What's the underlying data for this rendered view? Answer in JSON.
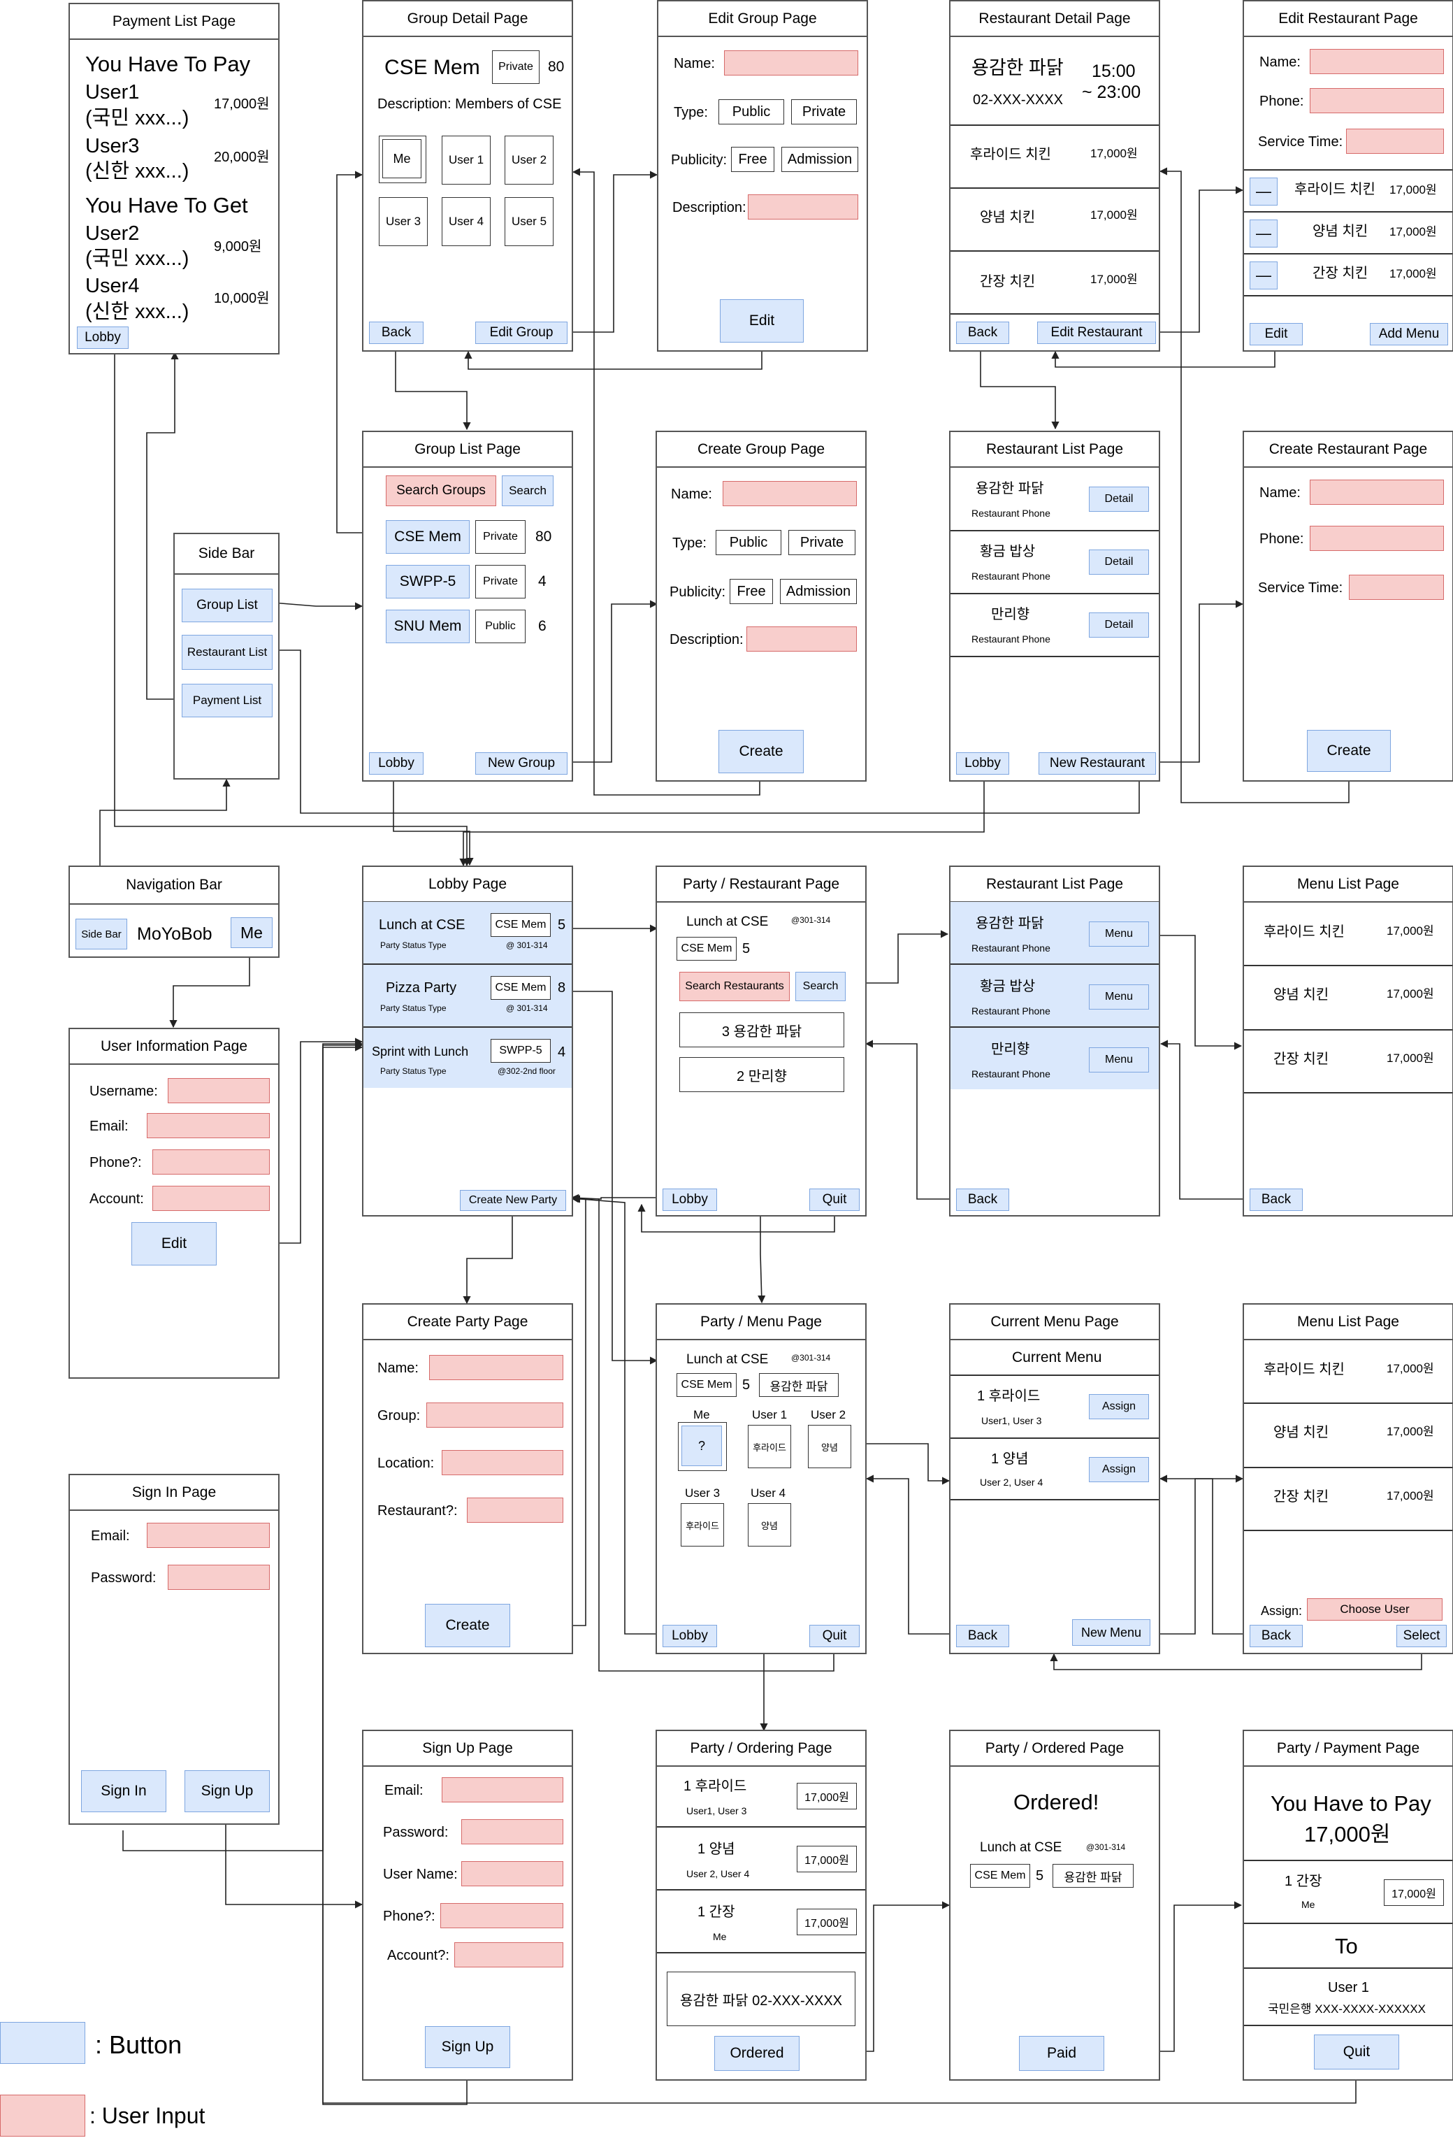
{
  "legend": {
    "button": ": Button",
    "input": ": User Input"
  },
  "payment_list": {
    "title": "Payment List Page",
    "pay_heading": "You Have To Pay",
    "get_heading": "You Have To Get",
    "pay_items": [
      {
        "user": "User1",
        "bank": "(국민 xxx...)",
        "amount": "17,000원"
      },
      {
        "user": "User3",
        "bank": "(신한 xxx...)",
        "amount": "20,000원"
      }
    ],
    "get_items": [
      {
        "user": "User2",
        "bank": "(국민 xxx...)",
        "amount": "9,000원"
      },
      {
        "user": "User4",
        "bank": "(신한 xxx...)",
        "amount": "10,000원"
      }
    ],
    "lobby": "Lobby"
  },
  "group_detail": {
    "title": "Group Detail Page",
    "name": "CSE Mem",
    "type": "Private",
    "count": "80",
    "description": "Description: Members of CSE",
    "members": [
      "Me",
      "User 1",
      "User 2",
      "User 3",
      "User 4",
      "User 5"
    ],
    "back": "Back",
    "edit": "Edit Group"
  },
  "edit_group": {
    "title": "Edit Group Page",
    "name_label": "Name:",
    "type_label": "Type:",
    "type_options": [
      "Public",
      "Private"
    ],
    "publicity_label": "Publicity:",
    "publicity_options": [
      "Free",
      "Admission"
    ],
    "description_label": "Description:",
    "edit": "Edit"
  },
  "restaurant_detail": {
    "title": "Restaurant Detail Page",
    "name": "용감한 파닭",
    "phone": "02-XXX-XXXX",
    "hours_open": "15:00",
    "hours_close": "~ 23:00",
    "menu": [
      {
        "name": "후라이드 치킨",
        "price": "17,000원"
      },
      {
        "name": "양념 치킨",
        "price": "17,000원"
      },
      {
        "name": "간장 치킨",
        "price": "17,000원"
      }
    ],
    "back": "Back",
    "edit": "Edit Restaurant"
  },
  "edit_restaurant": {
    "title": "Edit Restaurant Page",
    "name_label": "Name:",
    "phone_label": "Phone:",
    "service_label": "Service Time:",
    "remove": "—",
    "menu": [
      {
        "name": "후라이드 치킨",
        "price": "17,000원"
      },
      {
        "name": "양념 치킨",
        "price": "17,000원"
      },
      {
        "name": "간장 치킨",
        "price": "17,000원"
      }
    ],
    "edit": "Edit",
    "add": "Add Menu"
  },
  "side_bar": {
    "title": "Side Bar",
    "items": [
      "Group List",
      "Restaurant List",
      "Payment List"
    ]
  },
  "group_list": {
    "title": "Group List Page",
    "search_placeholder": "Search Groups",
    "search": "Search",
    "groups": [
      {
        "name": "CSE Mem",
        "type": "Private",
        "count": "80"
      },
      {
        "name": "SWPP-5",
        "type": "Private",
        "count": "4"
      },
      {
        "name": "SNU Mem",
        "type": "Public",
        "count": "6"
      }
    ],
    "lobby": "Lobby",
    "new": "New Group"
  },
  "create_group": {
    "title": "Create Group Page",
    "name_label": "Name:",
    "type_label": "Type:",
    "type_options": [
      "Public",
      "Private"
    ],
    "publicity_label": "Publicity:",
    "publicity_options": [
      "Free",
      "Admission"
    ],
    "description_label": "Description:",
    "create": "Create"
  },
  "restaurant_list": {
    "title": "Restaurant List Page",
    "phone_label": "Restaurant Phone",
    "detail": "Detail",
    "restaurants": [
      "용감한 파닭",
      "황금 밥상",
      "만리향"
    ],
    "lobby": "Lobby",
    "new": "New Restaurant"
  },
  "create_restaurant": {
    "title": "Create Restaurant Page",
    "name_label": "Name:",
    "phone_label": "Phone:",
    "service_label": "Service Time:",
    "create": "Create"
  },
  "nav_bar": {
    "title": "Navigation Bar",
    "sidebar": "Side Bar",
    "brand": "MoYoBob",
    "me": "Me"
  },
  "lobby": {
    "title": "Lobby Page",
    "parties": [
      {
        "name": "Lunch at CSE",
        "group": "CSE Mem",
        "count": "5",
        "status": "Party Status Type",
        "location": "@ 301-314"
      },
      {
        "name": "Pizza Party",
        "group": "CSE Mem",
        "count": "8",
        "status": "Party Status Type",
        "location": "@ 301-314"
      },
      {
        "name": "Sprint with Lunch",
        "group": "SWPP-5",
        "count": "4",
        "status": "Party Status Type",
        "location": "@302-2nd floor"
      }
    ],
    "create": "Create New Party"
  },
  "party_restaurant": {
    "title": "Party / Restaurant Page",
    "party": "Lunch at CSE",
    "location": "@301-314",
    "group": "CSE Mem",
    "count": "5",
    "search_placeholder": "Search Restaurants",
    "search": "Search",
    "votes": [
      "3  용감한 파닭",
      "2  만리향"
    ],
    "lobby": "Lobby",
    "quit": "Quit"
  },
  "restaurant_list2": {
    "title": "Restaurant List Page",
    "phone_label": "Restaurant Phone",
    "menu": "Menu",
    "restaurants": [
      "용감한 파닭",
      "황금 밥상",
      "만리향"
    ],
    "back": "Back"
  },
  "menu_list": {
    "title": "Menu List Page",
    "menu": [
      {
        "name": "후라이드 치킨",
        "price": "17,000원"
      },
      {
        "name": "양념 치킨",
        "price": "17,000원"
      },
      {
        "name": "간장 치킨",
        "price": "17,000원"
      }
    ],
    "back": "Back"
  },
  "user_info": {
    "title": "User Information Page",
    "username_label": "Username:",
    "email_label": "Email:",
    "phone_label": "Phone?:",
    "account_label": "Account:",
    "edit": "Edit"
  },
  "create_party": {
    "title": "Create Party Page",
    "name_label": "Name:",
    "group_label": "Group:",
    "location_label": "Location:",
    "restaurant_label": "Restaurant?:",
    "create": "Create"
  },
  "party_menu": {
    "title": "Party / Menu Page",
    "party": "Lunch at CSE",
    "location": "@301-314",
    "group": "CSE Mem",
    "count": "5",
    "restaurant": "용감한 파닭",
    "members": [
      {
        "name": "Me",
        "choice": "?"
      },
      {
        "name": "User 1",
        "choice": "후라이드"
      },
      {
        "name": "User 2",
        "choice": "양념"
      },
      {
        "name": "User 3",
        "choice": "후라이드"
      },
      {
        "name": "User 4",
        "choice": "양념"
      }
    ],
    "lobby": "Lobby",
    "quit": "Quit"
  },
  "current_menu": {
    "title": "Current Menu Page",
    "heading": "Current Menu",
    "items": [
      {
        "name": "1 후라이드",
        "users": "User1, User 3"
      },
      {
        "name": "1 양념",
        "users": "User 2, User 4"
      }
    ],
    "assign": "Assign",
    "back": "Back",
    "new": "New Menu"
  },
  "menu_list2": {
    "title": "Menu List Page",
    "menu": [
      {
        "name": "후라이드 치킨",
        "price": "17,000원"
      },
      {
        "name": "양념 치킨",
        "price": "17,000원"
      },
      {
        "name": "간장 치킨",
        "price": "17,000원"
      }
    ],
    "assign_label": "Assign:",
    "choose_user": "Choose User",
    "back": "Back",
    "select": "Select"
  },
  "sign_in": {
    "title": "Sign In Page",
    "email_label": "Email:",
    "password_label": "Password:",
    "sign_in": "Sign In",
    "sign_up": "Sign Up"
  },
  "sign_up": {
    "title": "Sign Up Page",
    "email_label": "Email:",
    "password_label": "Password:",
    "username_label": "User Name:",
    "phone_label": "Phone?:",
    "account_label": "Account?:",
    "sign_up": "Sign Up"
  },
  "party_ordering": {
    "title": "Party / Ordering Page",
    "items": [
      {
        "name": "1 후라이드",
        "users": "User1, User 3",
        "price": "17,000원"
      },
      {
        "name": "1 양념",
        "users": "User 2, User 4",
        "price": "17,000원"
      },
      {
        "name": "1 간장",
        "users": "Me",
        "price": "17,000원"
      }
    ],
    "restaurant_info": "용감한 파닭 02-XXX-XXXX",
    "ordered": "Ordered"
  },
  "party_ordered": {
    "title": "Party / Ordered Page",
    "heading": "Ordered!",
    "party": "Lunch at CSE",
    "location": "@301-314",
    "group": "CSE Mem",
    "count": "5",
    "restaurant": "용감한 파닭",
    "paid": "Paid"
  },
  "party_payment": {
    "title": "Party / Payment Page",
    "heading": "You Have to Pay",
    "amount": "17,000원",
    "item": {
      "name": "1 간장",
      "users": "Me",
      "price": "17,000원"
    },
    "to": "To",
    "payee": "User 1",
    "account": "국민은행 XXX-XXXX-XXXXXX",
    "quit": "Quit"
  }
}
